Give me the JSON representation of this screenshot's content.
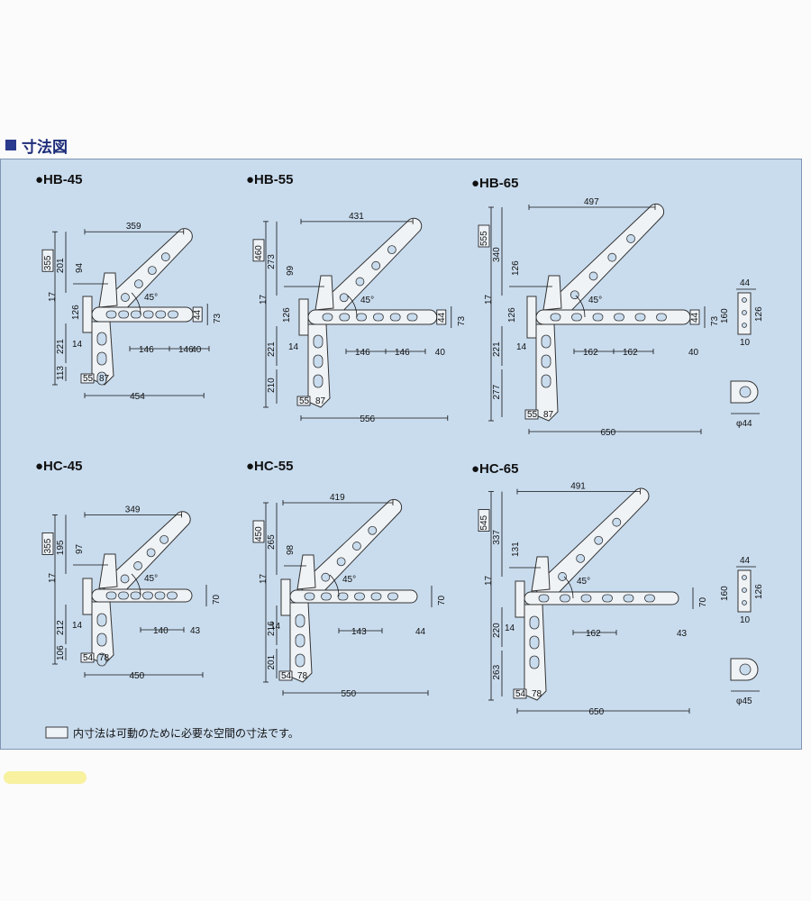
{
  "section": {
    "title": "寸法図"
  },
  "diagrams": [
    {
      "id": "hb45",
      "name": "●HB-45",
      "dims": {
        "total_height": "355",
        "upper": "201",
        "top_width": "359",
        "arm_x": "94",
        "gap17": "17",
        "mid": "126",
        "bar_height": "44",
        "end_height": "73",
        "lower": "221",
        "left_small": "14",
        "spacing1": "146",
        "spacing2": "146",
        "end_gap": "40",
        "bottom_height": "113",
        "base_a": "55",
        "base_b": "87",
        "total_width": "454",
        "angle": "45°"
      }
    },
    {
      "id": "hb55",
      "name": "●HB-55",
      "dims": {
        "total_height": "460",
        "upper": "273",
        "top_width": "431",
        "arm_x": "99",
        "gap17": "17",
        "mid": "126",
        "bar_height": "44",
        "end_height": "73",
        "lower": "221",
        "left_small": "14",
        "spacing1": "146",
        "spacing2": "146",
        "end_gap": "40",
        "bottom_height": "210",
        "base_a": "55",
        "base_b": "87",
        "total_width": "556",
        "angle": "45°"
      }
    },
    {
      "id": "hb65",
      "name": "●HB-65",
      "dims": {
        "total_height": "555",
        "upper": "340",
        "top_width": "497",
        "arm_x": "126",
        "gap17": "17",
        "mid": "126",
        "bar_height": "44",
        "end_height": "73",
        "lower": "221",
        "left_small": "14",
        "spacing1": "162",
        "spacing2": "162",
        "end_gap": "40",
        "bottom_height": "277",
        "base_a": "55",
        "base_b": "87",
        "total_width": "650",
        "angle": "45°"
      }
    },
    {
      "id": "hc45",
      "name": "●HC-45",
      "dims": {
        "total_height": "355",
        "upper": "195",
        "top_width": "349",
        "arm_x": "97",
        "gap17": "17",
        "lower": "212",
        "end_height": "70",
        "left_small": "14",
        "spacing": "140",
        "end_gap": "43",
        "bottom_height": "106",
        "base_a": "54",
        "base_b": "78",
        "total_width": "450",
        "angle": "45°"
      }
    },
    {
      "id": "hc55",
      "name": "●HC-55",
      "dims": {
        "total_height": "450",
        "upper": "265",
        "top_width": "419",
        "arm_x": "98",
        "gap17": "17",
        "lower": "216",
        "end_height": "70",
        "left_small": "14",
        "spacing": "143",
        "end_gap": "44",
        "bottom_height": "201",
        "base_a": "54",
        "base_b": "78",
        "total_width": "550",
        "angle": "45°"
      }
    },
    {
      "id": "hc65",
      "name": "●HC-65",
      "dims": {
        "total_height": "545",
        "upper": "337",
        "top_width": "491",
        "arm_x": "131",
        "gap17": "17",
        "lower": "220",
        "end_height": "70",
        "left_small": "14",
        "spacing": "162",
        "end_gap": "43",
        "bottom_height": "263",
        "base_a": "54",
        "base_b": "78",
        "total_width": "650",
        "angle": "45°"
      }
    }
  ],
  "details": [
    {
      "id": "detail-hb",
      "width": "44",
      "height": "160",
      "inner": "126",
      "bottom": "10",
      "diameter": "φ44"
    },
    {
      "id": "detail-hc",
      "width": "44",
      "height": "160",
      "inner": "126",
      "bottom": "10",
      "diameter": "φ45"
    }
  ],
  "legend": {
    "text": "内寸法は可動のために必要な空間の寸法です。"
  },
  "colors": {
    "panel": "#c9dcee",
    "title": "#1e2d7a",
    "part": "#f0f3f6",
    "line": "#111111"
  }
}
